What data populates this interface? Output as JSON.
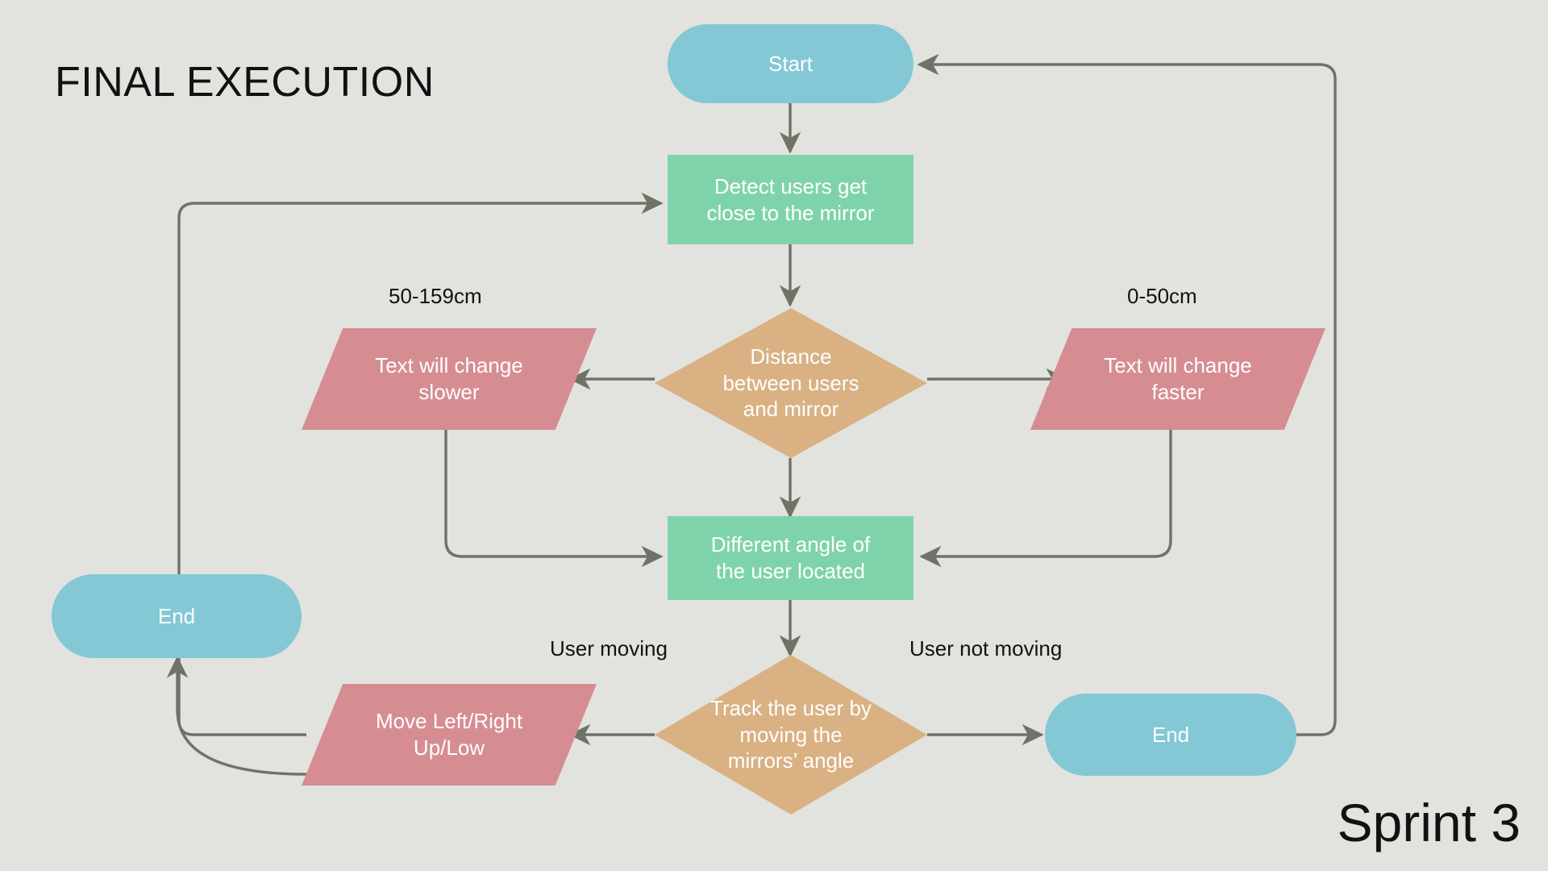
{
  "page": {
    "title": "FINAL EXECUTION",
    "footer": "Sprint 3",
    "background_color": "#e2e3de",
    "connector_color": "#6f7266"
  },
  "palette": {
    "terminator": "#84c8d5",
    "process": "#7fd3ab",
    "decision": "#d9b183",
    "input_output": "#d68d92",
    "node_text": "#ffffff",
    "label_text": "#121212"
  },
  "nodes": {
    "start": {
      "label": "Start",
      "shape": "terminator"
    },
    "detect": {
      "label": "Detect users get\nclose to the mirror",
      "shape": "process"
    },
    "distance_decision": {
      "label": "Distance\nbetween users\nand mirror",
      "shape": "decision"
    },
    "text_slower": {
      "label": "Text will change\nslower",
      "shape": "parallelogram"
    },
    "text_faster": {
      "label": "Text will change\nfaster",
      "shape": "parallelogram"
    },
    "angle": {
      "label": "Different angle of\nthe user located",
      "shape": "process"
    },
    "track_decision": {
      "label": "Track the user by\nmoving the\nmirrors’ angle",
      "shape": "decision"
    },
    "move_updown": {
      "label": "Move Left/Right\nUp/Low",
      "shape": "parallelogram"
    },
    "end_left": {
      "label": "End",
      "shape": "terminator"
    },
    "end_right": {
      "label": "End",
      "shape": "terminator"
    }
  },
  "edge_labels": {
    "distance_left": "50-159cm",
    "distance_right": "0-50cm",
    "track_left": "User moving",
    "track_right": "User not moving"
  },
  "chart_data": {
    "type": "flowchart",
    "title": "FINAL EXECUTION",
    "subtitle": "Sprint 3",
    "nodes": [
      {
        "id": "start",
        "label": "Start",
        "shape": "terminator",
        "color": "#84c8d5"
      },
      {
        "id": "detect",
        "label": "Detect users get close to the mirror",
        "shape": "process",
        "color": "#7fd3ab"
      },
      {
        "id": "distance_decision",
        "label": "Distance between users and mirror",
        "shape": "decision",
        "color": "#d9b183"
      },
      {
        "id": "text_slower",
        "label": "Text will change slower",
        "shape": "parallelogram",
        "color": "#d68d92"
      },
      {
        "id": "text_faster",
        "label": "Text will change faster",
        "shape": "parallelogram",
        "color": "#d68d92"
      },
      {
        "id": "angle",
        "label": "Different angle of the user located",
        "shape": "process",
        "color": "#7fd3ab"
      },
      {
        "id": "track_decision",
        "label": "Track the user by moving the mirrors’ angle",
        "shape": "decision",
        "color": "#d9b183"
      },
      {
        "id": "move_updown",
        "label": "Move Left/Right Up/Low",
        "shape": "parallelogram",
        "color": "#d68d92"
      },
      {
        "id": "end_left",
        "label": "End",
        "shape": "terminator",
        "color": "#84c8d5"
      },
      {
        "id": "end_right",
        "label": "End",
        "shape": "terminator",
        "color": "#84c8d5"
      }
    ],
    "edges": [
      {
        "from": "start",
        "to": "detect",
        "label": ""
      },
      {
        "from": "detect",
        "to": "distance_decision",
        "label": ""
      },
      {
        "from": "distance_decision",
        "to": "text_slower",
        "label": "50-159cm"
      },
      {
        "from": "distance_decision",
        "to": "text_faster",
        "label": "0-50cm"
      },
      {
        "from": "distance_decision",
        "to": "angle",
        "label": ""
      },
      {
        "from": "text_slower",
        "to": "angle",
        "label": ""
      },
      {
        "from": "text_faster",
        "to": "angle",
        "label": ""
      },
      {
        "from": "angle",
        "to": "track_decision",
        "label": ""
      },
      {
        "from": "track_decision",
        "to": "move_updown",
        "label": "User moving"
      },
      {
        "from": "track_decision",
        "to": "end_right",
        "label": "User not moving"
      },
      {
        "from": "move_updown",
        "to": "end_left",
        "label": ""
      },
      {
        "from": "move_updown",
        "to": "detect",
        "label": ""
      },
      {
        "from": "end_right",
        "to": "start",
        "label": ""
      }
    ]
  }
}
